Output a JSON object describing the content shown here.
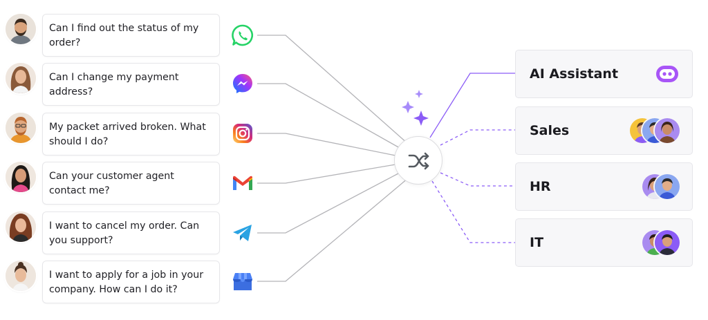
{
  "messages": [
    {
      "text": "Can I find out the status of my order?",
      "channel": "whatsapp-icon"
    },
    {
      "text": "Can I change my payment address?",
      "channel": "messenger-icon"
    },
    {
      "text": "My packet arrived broken. What should I do?",
      "channel": "instagram-icon"
    },
    {
      "text": "Can your customer agent contact me?",
      "channel": "gmail-icon"
    },
    {
      "text": "I want to cancel my order. Can you support?",
      "channel": "telegram-icon"
    },
    {
      "text": "I want to apply for a job in your company. How can I do it?",
      "channel": "google-business-icon"
    }
  ],
  "hub": {
    "icon": "shuffle-icon"
  },
  "teams": [
    {
      "label": "AI Assistant",
      "icon": "bot-icon"
    },
    {
      "label": "Sales",
      "icon": "agents-group-icon"
    },
    {
      "label": "HR",
      "icon": "agents-group-icon"
    },
    {
      "label": "IT",
      "icon": "agents-group-icon"
    }
  ],
  "colors": {
    "accent": "#8b5cf6",
    "line_gray": "#b3b3b7",
    "card_bg": "#f7f7f9",
    "text": "#1f1f24"
  }
}
